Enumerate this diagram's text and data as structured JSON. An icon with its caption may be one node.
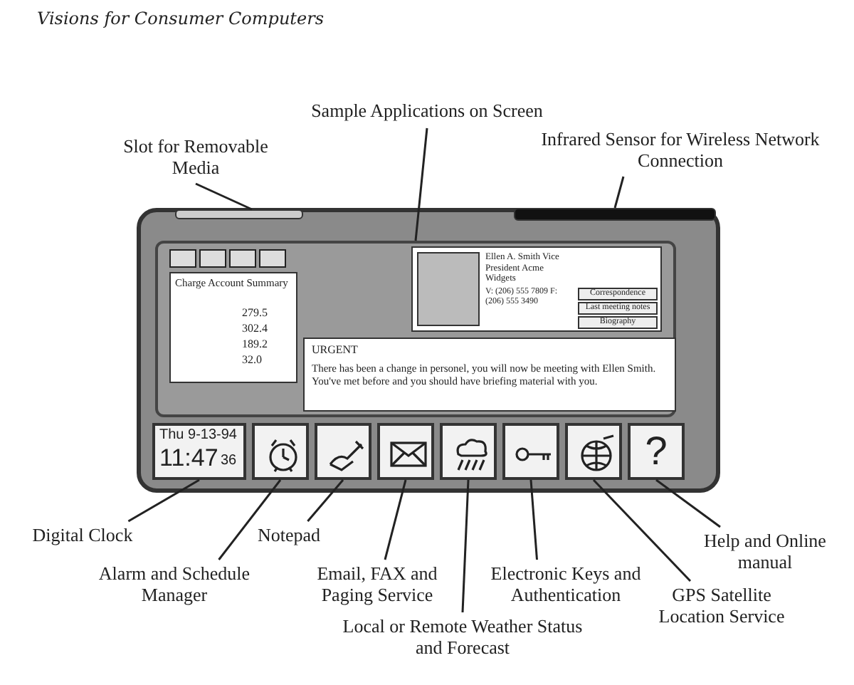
{
  "diagram": {
    "title": "Visions for Consumer Computers",
    "nodes": [
      {
        "text": [
          "Slot for Removable Media"
        ]
      },
      {
        "text": [
          "Sample Applications on Screen"
        ]
      },
      {
        "text": [
          "Infrared Sensor for Wireless Network Connection"
        ]
      },
      {
        "text": [],
        "shape": "bar"
      },
      {
        "text": [],
        "shape": "box"
      },
      {
        "text": [
          "Charge Account Summary"
        ],
        "in": 4
      },
      {
        "text": [
          "URGENT",
          "There has been a change in personel, you will now be meeting with Ellen Smith.  You've met before and you should have briefing material with you."
        ],
        "in": 4
      },
      {
        "text": [
          "Ellen A. Smith Vice President Acme Widgets",
          "V: (206) 555 7809 F: (206) 555 3490"
        ],
        "in": 4
      },
      {
        "text": [
          "Correspondence"
        ],
        "in": 7
      },
      {
        "text": [
          "Last meeting notes"
        ],
        "in": 7
      },
      {
        "text": [
          "Biography"
        ],
        "in": 7
      },
      {
        "text": [],
        "shape": "bar"
      },
      {
        "text": [
          "Thu 9-13-94",
          "11:47",
          "36"
        ]
      },
      {
        "text": [],
        "shape": "picture"
      },
      {
        "text": [],
        "shape": "picture"
      },
      {
        "text": [],
        "shape": "picture"
      },
      {
        "text": [],
        "shape": "picture"
      },
      {
        "text": [],
        "shape": "picture"
      },
      {
        "text": [],
        "shape": "picture"
      },
      {
        "text": [
          "?"
        ]
      },
      {
        "text": [
          "Digital Clock"
        ]
      },
      {
        "text": [
          "Alarm and Schedule Manager"
        ]
      },
      {
        "text": [
          "Notepad"
        ]
      },
      {
        "text": [
          "Email, FAX and Paging Service"
        ]
      },
      {
        "text": [
          "Local or Remote Weather Status and Forecast"
        ]
      },
      {
        "text": [
          "Electronic Keys and Authentication"
        ]
      },
      {
        "text": [
          "GPS Satellite Location Service"
        ]
      },
      {
        "text": [
          "Help and Online manual"
        ]
      }
    ],
    "edges": [
      {
        "from": 0,
        "to": 3,
        "arrow": "none"
      },
      {
        "from": 1,
        "to": 4,
        "arrow": "none"
      },
      {
        "from": 2,
        "to": 11,
        "arrow": "none"
      },
      {
        "from": 20,
        "to": 12,
        "arrow": "none"
      },
      {
        "from": 21,
        "to": 13,
        "arrow": "none"
      },
      {
        "from": 22,
        "to": 14,
        "arrow": "none"
      },
      {
        "from": 23,
        "to": 15,
        "arrow": "none"
      },
      {
        "from": 24,
        "to": 16,
        "arrow": "none"
      },
      {
        "from": 25,
        "to": 17,
        "arrow": "none"
      },
      {
        "from": 26,
        "to": 18,
        "arrow": "none"
      },
      {
        "from": 27,
        "to": 19,
        "arrow": "none"
      }
    ],
    "labels": [
      "279.5",
      "302.4",
      "189.2",
      "32.0"
    ]
  }
}
